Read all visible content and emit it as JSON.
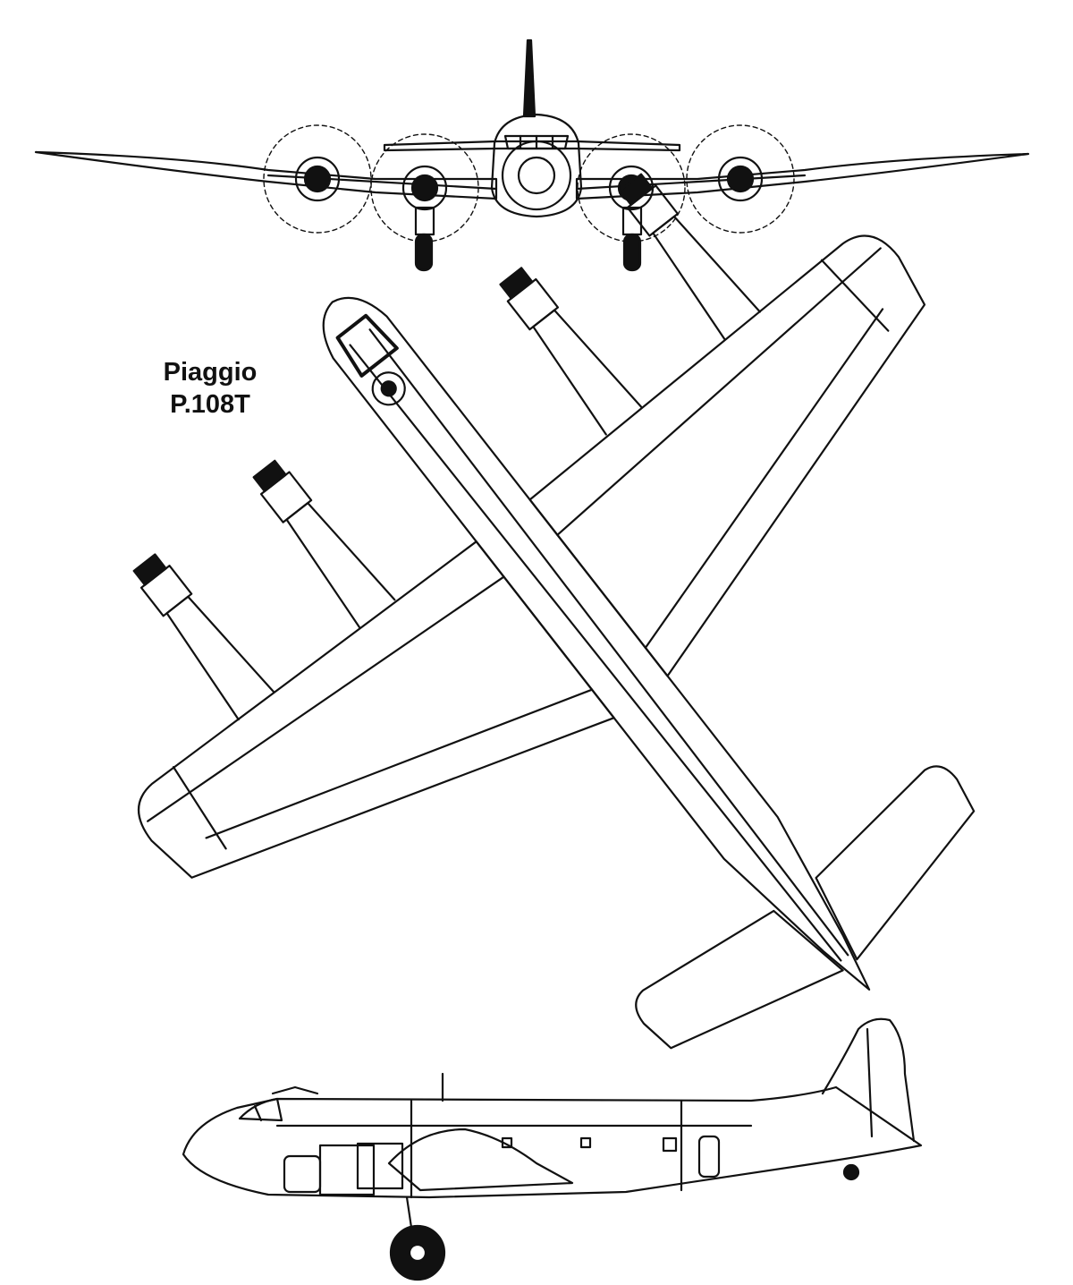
{
  "title": {
    "line1": "Piaggio",
    "line2": "P.108T"
  },
  "colors": {
    "ink": "#111111",
    "paper": "#ffffff"
  },
  "views": [
    "front-view",
    "plan-view",
    "side-view"
  ]
}
